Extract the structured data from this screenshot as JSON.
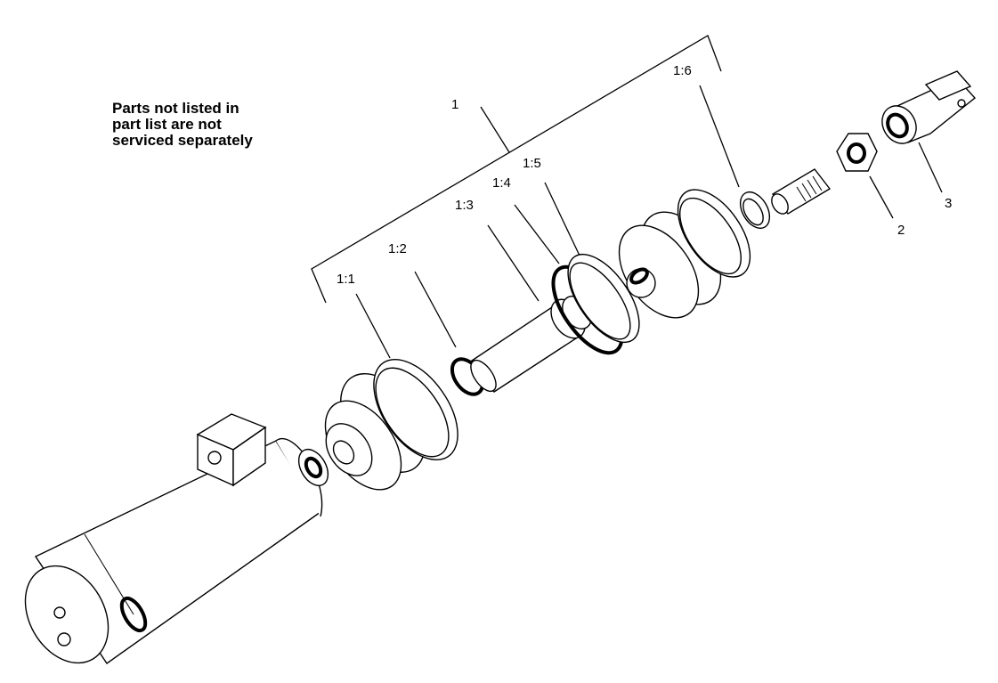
{
  "note": {
    "line1": "Parts not listed in",
    "line2": "part list are not",
    "line3": "serviced separately"
  },
  "callouts": {
    "c1": "1",
    "c1_1": "1:1",
    "c1_2": "1:2",
    "c1_3": "1:3",
    "c1_4": "1:4",
    "c1_5": "1:5",
    "c1_6": "1:6",
    "c2": "2",
    "c3": "3"
  }
}
